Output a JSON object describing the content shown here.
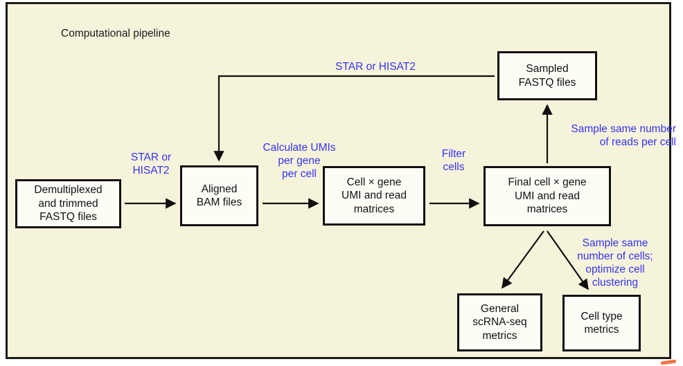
{
  "figure": {
    "panel_title": "Computational pipeline",
    "background_color": "#f6f3db",
    "node_fill": "#fdfdf6",
    "node_stroke": "#101010",
    "label_color": "#3333ee",
    "text_color": "#101010",
    "accent_mark_color": "#ef7548"
  },
  "nodes": {
    "demultiplexed": "Demultiplexed\nand trimmed\nFASTQ files",
    "aligned_bam": "Aligned\nBAM files",
    "cell_gene_matrices": "Cell × gene\nUMI and read\nmatrices",
    "final_cell_gene_matrices": "Final cell × gene\nUMI and read\nmatrices",
    "sampled_fastq": "Sampled\nFASTQ files",
    "general_metrics": "General\nscRNA-seq\nmetrics",
    "cell_type_metrics": "Cell type\nmetrics"
  },
  "edge_labels": {
    "star_hisat2_bottom": "STAR or\nHISAT2",
    "calculate_umis": "Calculate UMIs\nper gene\nper cell",
    "filter_cells": "Filter\ncells",
    "star_hisat2_top": "STAR or HISAT2",
    "sample_reads": "Sample same number\nof reads per cell",
    "sample_cells": "Sample same\nnumber of cells;\noptimize cell\nclustering"
  }
}
